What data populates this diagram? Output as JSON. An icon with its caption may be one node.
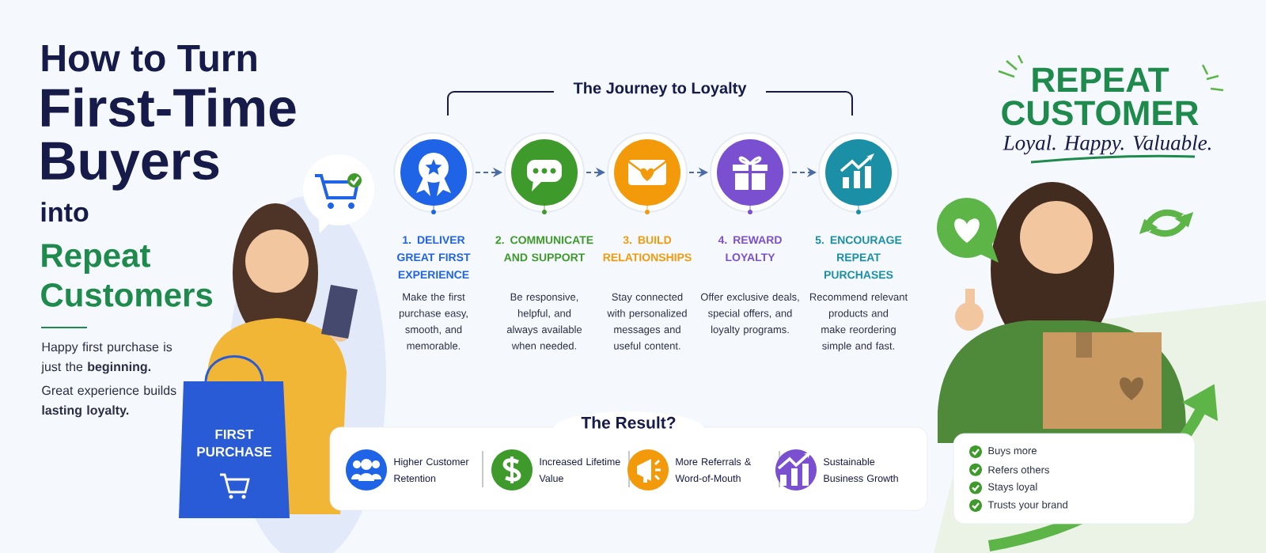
{
  "diagram": {
    "nodes": [
      {
        "text": [
          "1. DELIVER GREAT FIRST EXPERIENCE",
          "Make the first purchase easy, smooth, and memorable."
        ]
      },
      {
        "text": [
          "2. COMMUNICATE AND SUPPORT",
          "Be responsive, helpful, and always available when needed."
        ]
      },
      {
        "text": [
          "3. BUILD RELATIONSHIPS",
          "Stay connected with personalized messages and useful content."
        ]
      },
      {
        "text": [
          "4. REWARD LOYALTY",
          "Offer exclusive deals, special offers, and loyalty programs."
        ]
      },
      {
        "text": [
          "5. ENCOURAGE REPEAT PURCHASES",
          "Recommend relevant products and make reordering simple and fast."
        ]
      },
      {
        "text": [
          "The Result?"
        ]
      },
      {
        "text": [
          "Higher Customer Retention"
        ],
        "in": 5
      },
      {
        "text": [
          "Increased Lifetime Value"
        ],
        "in": 5
      },
      {
        "text": [
          "More Referrals & Word-of-Mouth"
        ],
        "in": 5
      },
      {
        "text": [
          "Sustainable Business Growth"
        ],
        "in": 5
      },
      {
        "text": [
          "Buys more",
          "Refers others",
          "Stays loyal",
          "Trusts your brand"
        ]
      }
    ],
    "edges": [
      {
        "from": 0,
        "to": 1,
        "arrow": "to",
        "style": "dashed"
      },
      {
        "from": 1,
        "to": 2,
        "arrow": "to",
        "style": "dashed"
      },
      {
        "from": 2,
        "to": 3,
        "arrow": "to",
        "style": "dashed"
      },
      {
        "from": 3,
        "to": 4,
        "arrow": "to",
        "style": "dashed"
      }
    ],
    "labels": [
      "How to Turn",
      "First-Time Buyers",
      "into",
      "Repeat Customers",
      "Happy first purchase is just the **beginning.**",
      "Great experience builds **lasting loyalty.**",
      "FIRST PURCHASE",
      "The Journey to Loyalty",
      "REPEAT CUSTOMER",
      "Loyal. Happy. Valuable."
    ]
  }
}
